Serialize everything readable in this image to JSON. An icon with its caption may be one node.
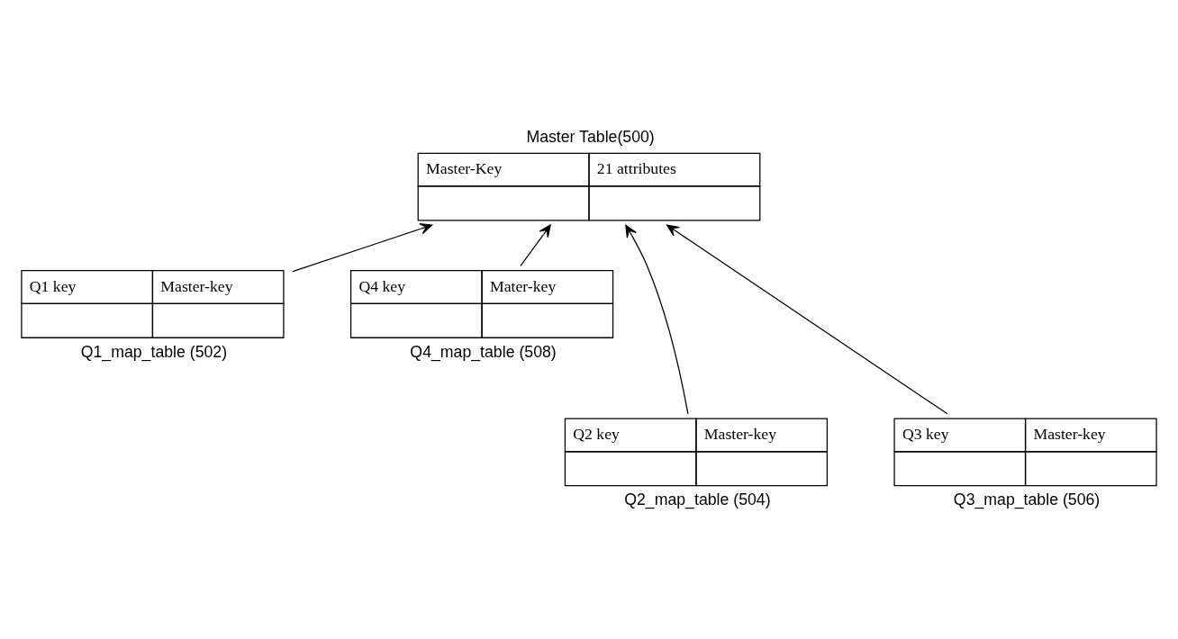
{
  "diagram": {
    "nodes": [
      {
        "text": [
          "Master-Key",
          "21 attributes"
        ],
        "beside": [
          "Master Table(500)"
        ]
      },
      {
        "text": [
          "Q1 key",
          "Master-key"
        ],
        "beside": [
          "Q1_map_table (502)"
        ]
      },
      {
        "text": [
          "Q4 key",
          "Mater-key"
        ],
        "beside": [
          "Q4_map_table (508)"
        ]
      },
      {
        "text": [
          "Q2 key",
          "Master-key"
        ],
        "beside": [
          "Q2_map_table (504)"
        ]
      },
      {
        "text": [
          "Q3 key",
          "Master-key"
        ],
        "beside": [
          "Q3_map_table (506)"
        ]
      }
    ],
    "edges": [
      {
        "from": 1,
        "to": 0,
        "arrow": "to"
      },
      {
        "from": 3,
        "to": 0,
        "arrow": "to"
      },
      {
        "from": 4,
        "to": 0,
        "arrow": "to"
      },
      {
        "from": 2,
        "to": 0,
        "arrow": "to"
      }
    ]
  }
}
